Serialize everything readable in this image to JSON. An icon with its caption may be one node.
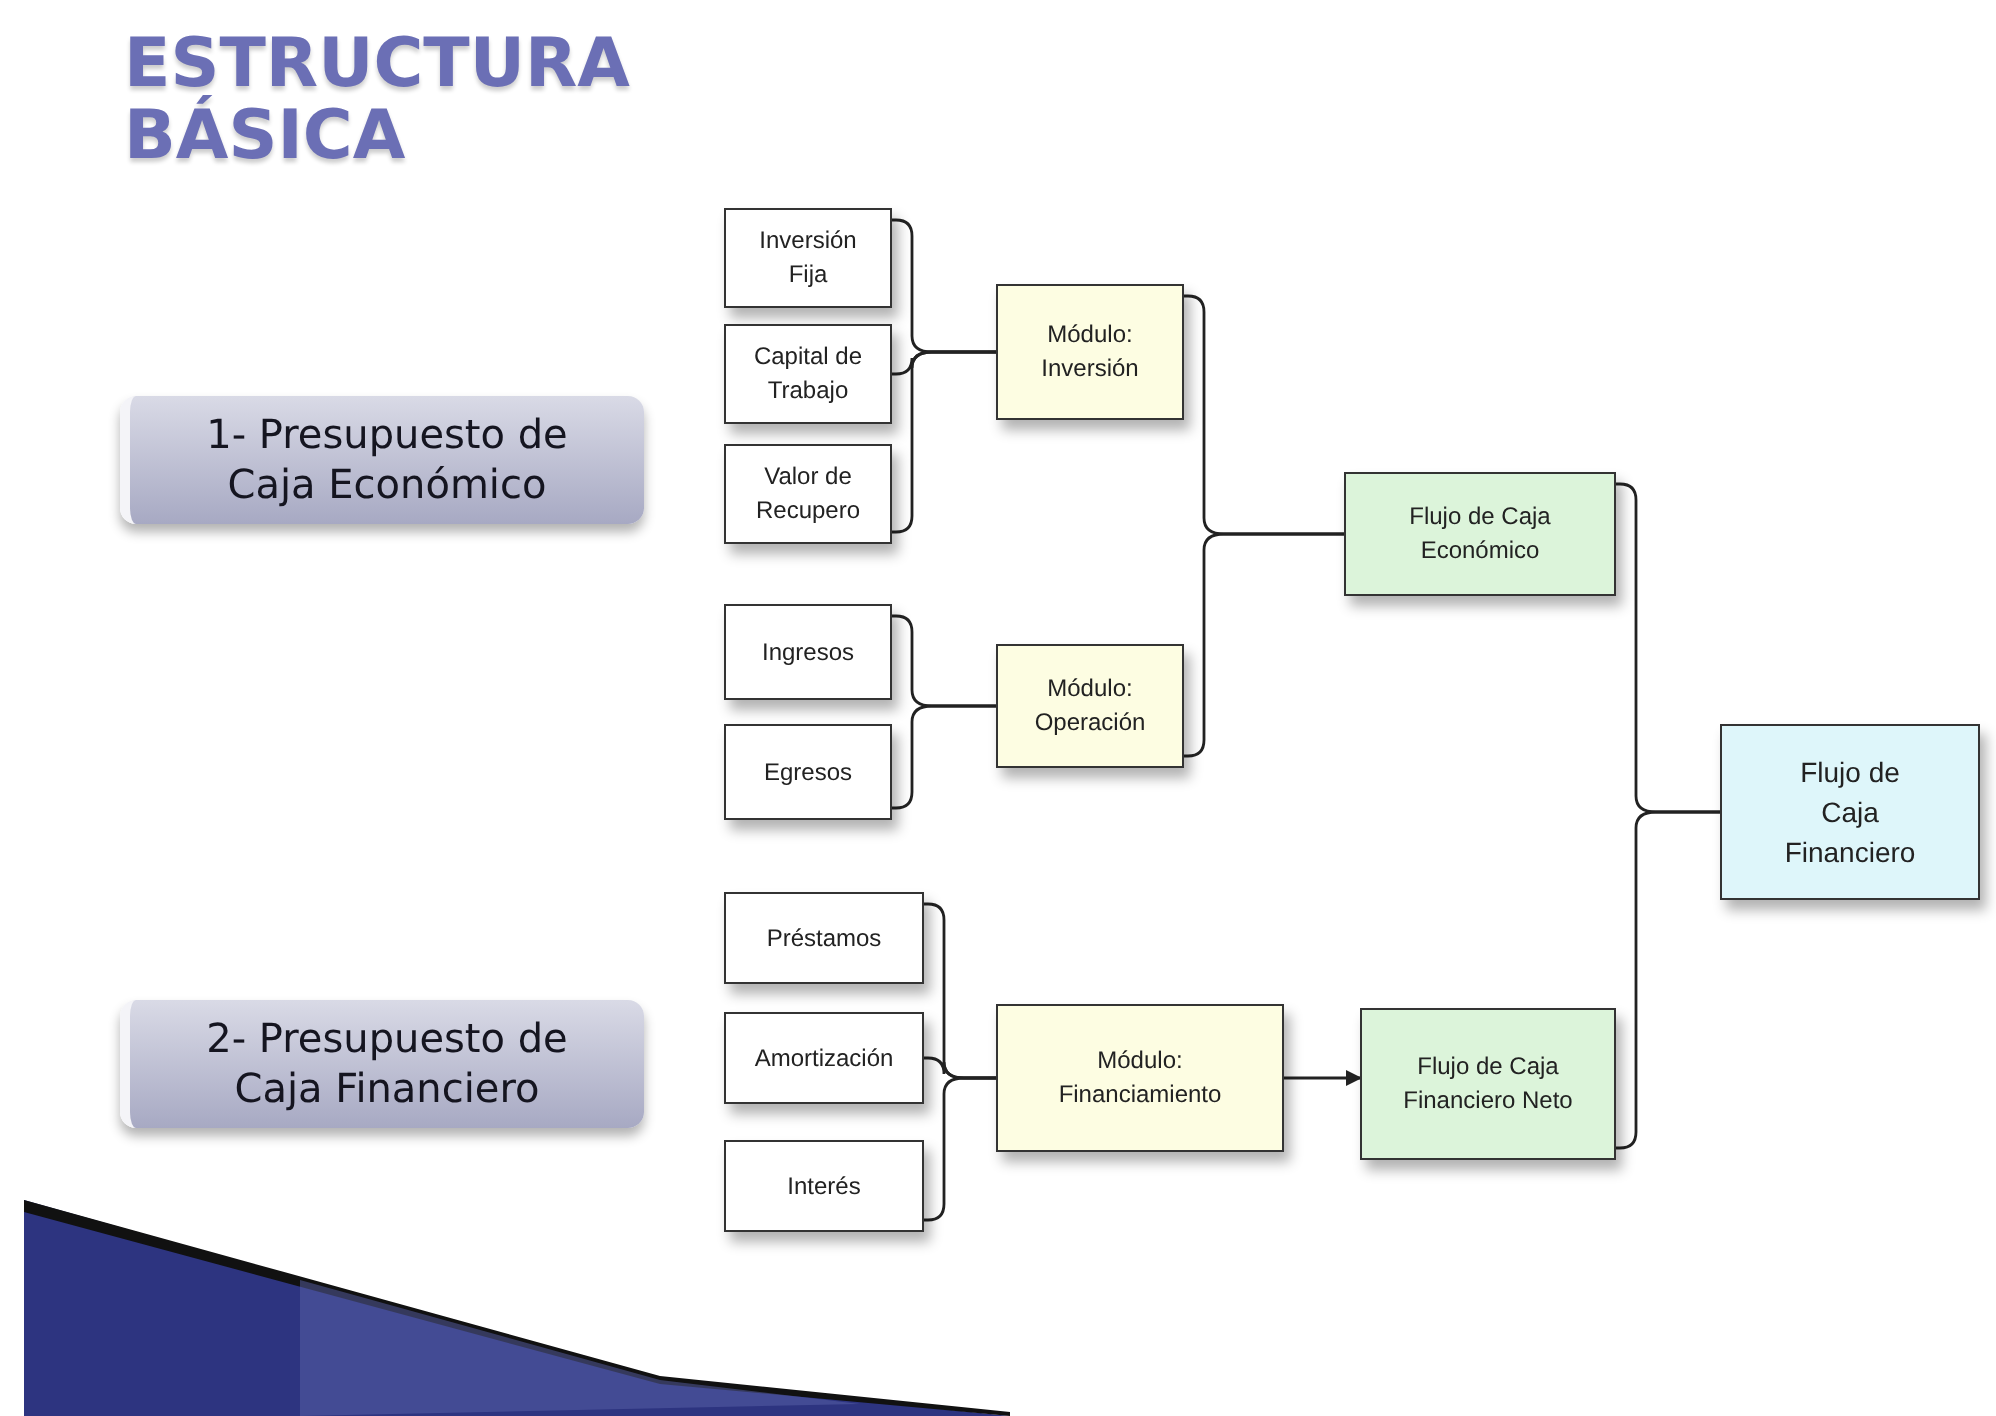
{
  "diagram": {
    "title": "ESTRUCTURA BÁSICA",
    "nodes": [
      {
        "text": [
          "1-  Presupuesto de Caja Económico"
        ]
      },
      {
        "text": [
          "Inversión Fija"
        ]
      },
      {
        "text": [
          "Capital de Trabajo"
        ]
      },
      {
        "text": [
          "Valor de Recupero"
        ]
      },
      {
        "text": [
          "Módulo: Inversión"
        ]
      },
      {
        "text": [
          "Ingresos"
        ]
      },
      {
        "text": [
          "Egresos"
        ]
      },
      {
        "text": [
          "Módulo: Operación"
        ]
      },
      {
        "text": [
          "Flujo de Caja Económico"
        ]
      },
      {
        "text": [
          "Flujo de Caja Financiero"
        ]
      },
      {
        "text": [
          "2- Presupuesto de Caja Financiero"
        ]
      },
      {
        "text": [
          "Préstamos"
        ]
      },
      {
        "text": [
          "Amortización"
        ]
      },
      {
        "text": [
          "Interés"
        ]
      },
      {
        "text": [
          "Módulo: Financiamiento"
        ]
      },
      {
        "text": [
          "Flujo de Caja Financiero Neto"
        ]
      }
    ],
    "edges": [
      {
        "from": 1,
        "to": 4,
        "arrow": "none"
      },
      {
        "from": 2,
        "to": 4,
        "arrow": "none"
      },
      {
        "from": 3,
        "to": 4,
        "arrow": "none"
      },
      {
        "from": 5,
        "to": 7,
        "arrow": "none"
      },
      {
        "from": 6,
        "to": 7,
        "arrow": "none"
      },
      {
        "from": 4,
        "to": 8,
        "arrow": "none"
      },
      {
        "from": 7,
        "to": 8,
        "arrow": "none"
      },
      {
        "from": 8,
        "to": 9,
        "arrow": "none"
      },
      {
        "from": 15,
        "to": 9,
        "arrow": "none"
      },
      {
        "from": 11,
        "to": 14,
        "arrow": "none"
      },
      {
        "from": 12,
        "to": 14,
        "arrow": "none"
      },
      {
        "from": 13,
        "to": 14,
        "arrow": "none"
      },
      {
        "from": 14,
        "to": 15,
        "arrow": "to"
      }
    ]
  }
}
